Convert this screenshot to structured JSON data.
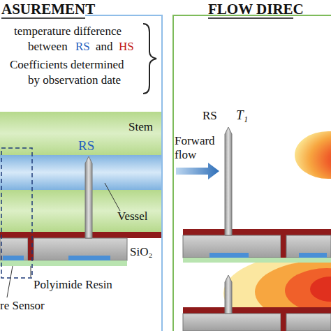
{
  "diagram": {
    "labels": [
      "ASUREMENT",
      "FLOW DIREC",
      "temperature difference",
      "between",
      "RS",
      "and",
      "HS",
      "Coefficients determined",
      "by observation date",
      "Stem",
      "RS",
      "Vessel",
      "SiO₂",
      "Polyimide Resin",
      "re Sensor",
      "RS",
      "T₁",
      "Forward flow"
    ]
  }
}
